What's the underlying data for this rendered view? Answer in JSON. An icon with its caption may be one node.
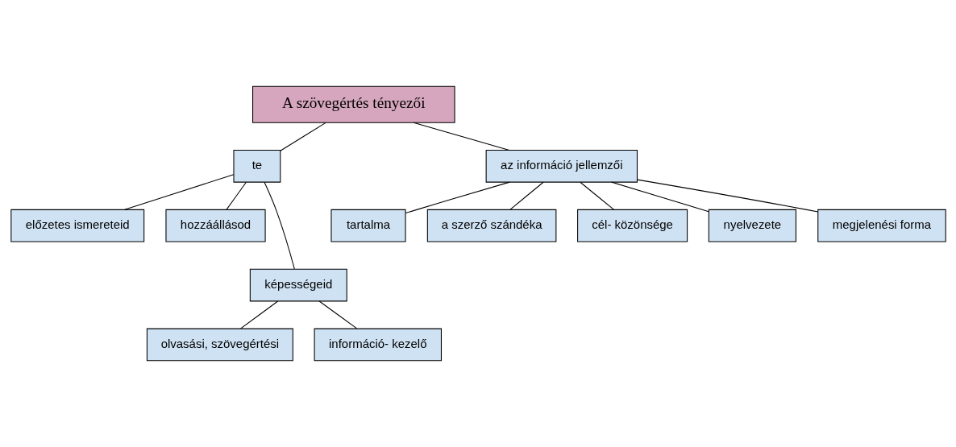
{
  "diagram": {
    "nodes": [
      {
        "text": [
          "A szövegértés tényezői"
        ]
      },
      {
        "text": [
          "te"
        ]
      },
      {
        "text": [
          "az információ jellemzői"
        ]
      },
      {
        "text": [
          "előzetes ismereteid"
        ]
      },
      {
        "text": [
          "hozzáállásod"
        ]
      },
      {
        "text": [
          "képességeid"
        ]
      },
      {
        "text": [
          "olvasási, szövegértési"
        ]
      },
      {
        "text": [
          "információ- kezelő"
        ]
      },
      {
        "text": [
          "tartalma"
        ]
      },
      {
        "text": [
          "a szerző szándéka"
        ]
      },
      {
        "text": [
          "cél- közönsége"
        ]
      },
      {
        "text": [
          "nyelvezete"
        ]
      },
      {
        "text": [
          "megjelenési forma"
        ]
      }
    ],
    "edges": [
      {
        "from": 0,
        "to": 1,
        "arrow": "none"
      },
      {
        "from": 0,
        "to": 2,
        "arrow": "none"
      },
      {
        "from": 1,
        "to": 3,
        "arrow": "none"
      },
      {
        "from": 1,
        "to": 4,
        "arrow": "none"
      },
      {
        "from": 1,
        "to": 5,
        "arrow": "none"
      },
      {
        "from": 5,
        "to": 6,
        "arrow": "none"
      },
      {
        "from": 5,
        "to": 7,
        "arrow": "none"
      },
      {
        "from": 2,
        "to": 8,
        "arrow": "none"
      },
      {
        "from": 2,
        "to": 9,
        "arrow": "none"
      },
      {
        "from": 2,
        "to": 10,
        "arrow": "none"
      },
      {
        "from": 2,
        "to": 11,
        "arrow": "none"
      },
      {
        "from": 2,
        "to": 12,
        "arrow": "none"
      }
    ]
  }
}
